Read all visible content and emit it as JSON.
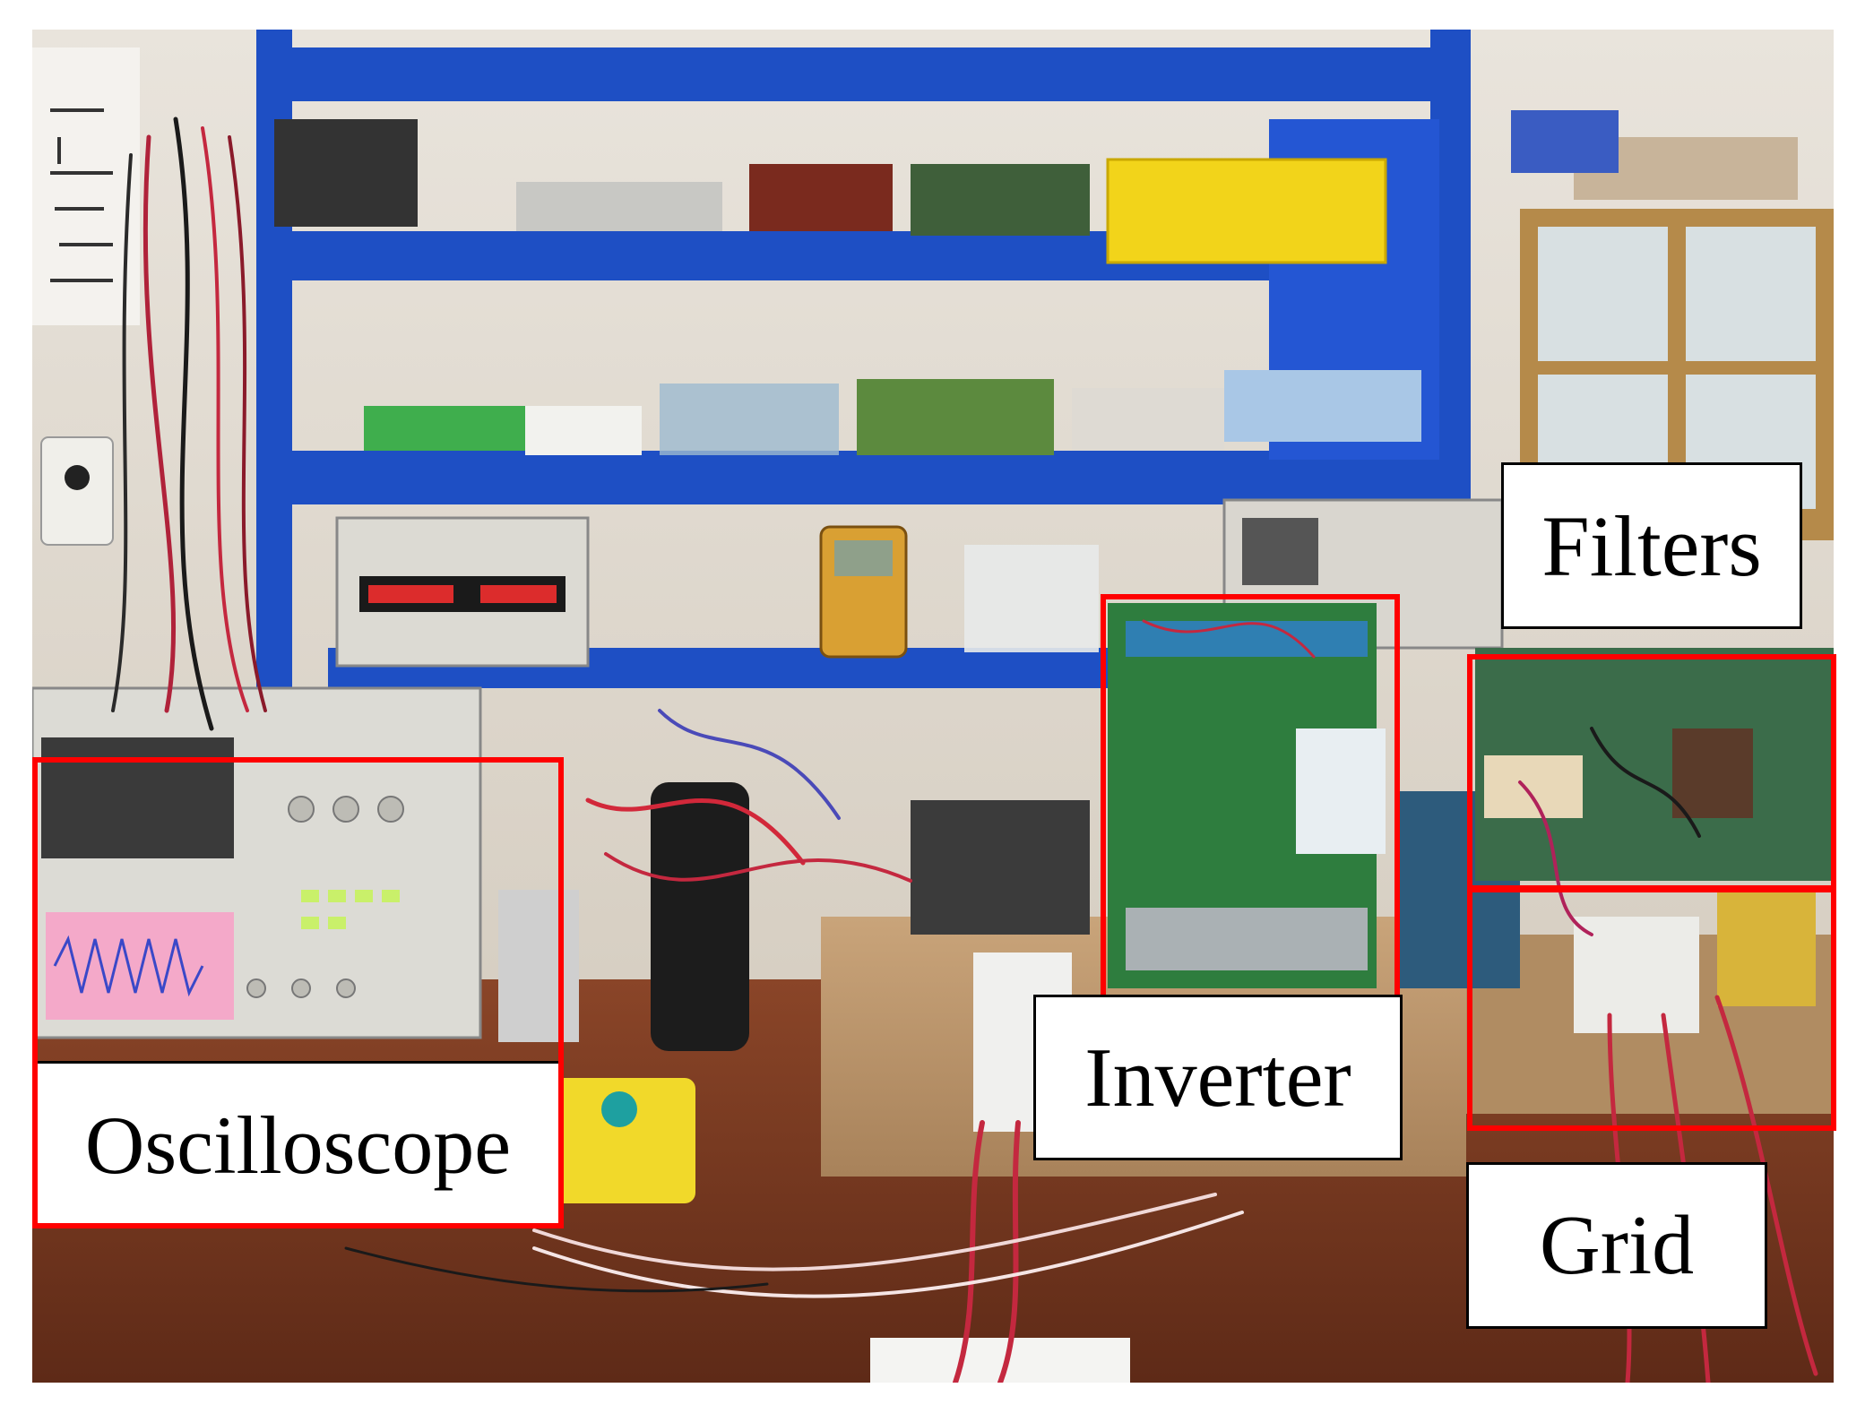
{
  "labels": {
    "filters": "Filters",
    "inverter": "Inverter",
    "grid": "Grid",
    "oscilloscope": "Oscilloscope"
  },
  "colors": {
    "highlight": "#ff0000",
    "label_border": "#000000",
    "label_bg": "#ffffff",
    "shelf_blue": "#1e4fc4",
    "bench_wood": "#7a3b22"
  }
}
